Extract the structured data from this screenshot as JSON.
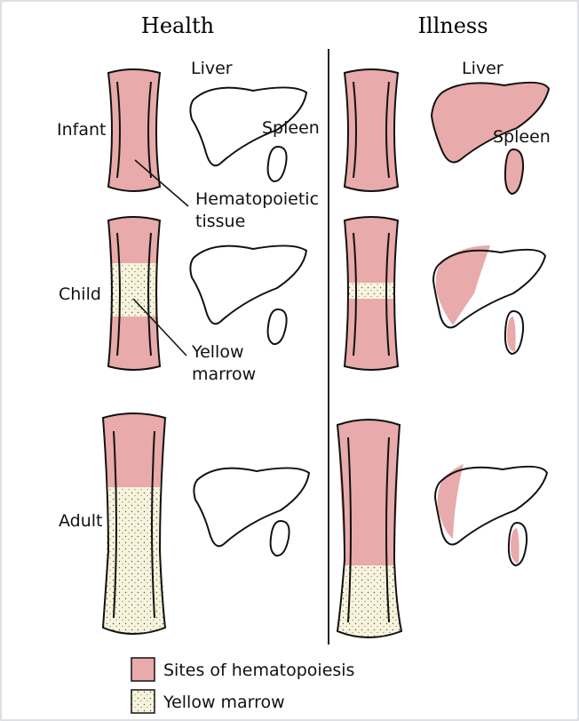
{
  "header": {
    "health": "Health",
    "illness": "Illness"
  },
  "rows": {
    "infant": "Infant",
    "child": "Child",
    "adult": "Adult"
  },
  "organs": {
    "liver": "Liver",
    "spleen": "Spleen"
  },
  "annotations": {
    "hemato_line1": "Hematopoietic",
    "hemato_line2": "tissue",
    "yellow_line1": "Yellow",
    "yellow_line2": "marrow"
  },
  "legend": {
    "hematopoiesis": "Sites of hematopoiesis",
    "yellow_marrow": "Yellow marrow"
  },
  "colors": {
    "hematopoietic": "#e8aaaa",
    "yellow_marrow": "#f8f4dc",
    "outline": "#111111"
  }
}
